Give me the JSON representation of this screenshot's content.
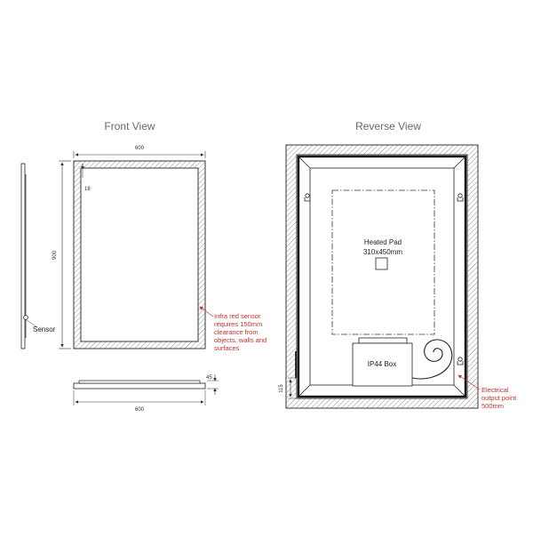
{
  "front_view": {
    "title": "Front View",
    "width_top": "600",
    "height": "900",
    "border": "18",
    "sensor_label": "Sensor",
    "depth": "45",
    "width_bottom": "600",
    "sensor_note": [
      "Infra red sensor",
      "requires 150mm",
      "clearance from",
      "objects, walls and",
      "surfaces"
    ]
  },
  "reverse_view": {
    "title": "Reverse View",
    "heated_pad_label": "Heated Pad",
    "heated_pad_size": "310x450mm",
    "ip44_label": "IP44 Box",
    "offset": "115",
    "electrical_note": [
      "Electrical",
      "output point",
      "500mm"
    ]
  },
  "colors": {
    "title_text": "#5d6b74",
    "note_text": "#c9302c",
    "line": "#1a1a1a"
  }
}
